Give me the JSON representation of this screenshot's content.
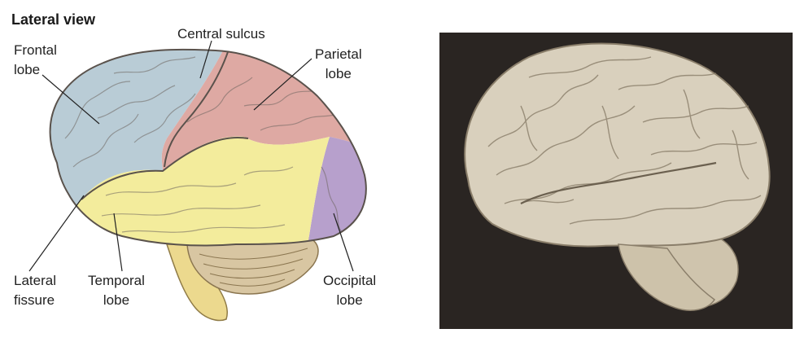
{
  "title": "Lateral view",
  "labels": {
    "frontal": [
      "Frontal",
      "lobe"
    ],
    "central": [
      "Central sulcus"
    ],
    "parietal": [
      "Parietal",
      "lobe"
    ],
    "lateral": [
      "Lateral",
      "fissure"
    ],
    "temporal": [
      "Temporal",
      "lobe"
    ],
    "occipital": [
      "Occipital",
      "lobe"
    ]
  },
  "colors": {
    "frontal": "#b9ccd6",
    "parietal": "#dea9a3",
    "temporal": "#f3ec9c",
    "occipital": "#b7a0cc",
    "cerebellum": "#d8c6a2",
    "brainstem": "#ecd98e",
    "photo_bg": "#2a2522",
    "photo_brain": "#d9d0bd"
  }
}
